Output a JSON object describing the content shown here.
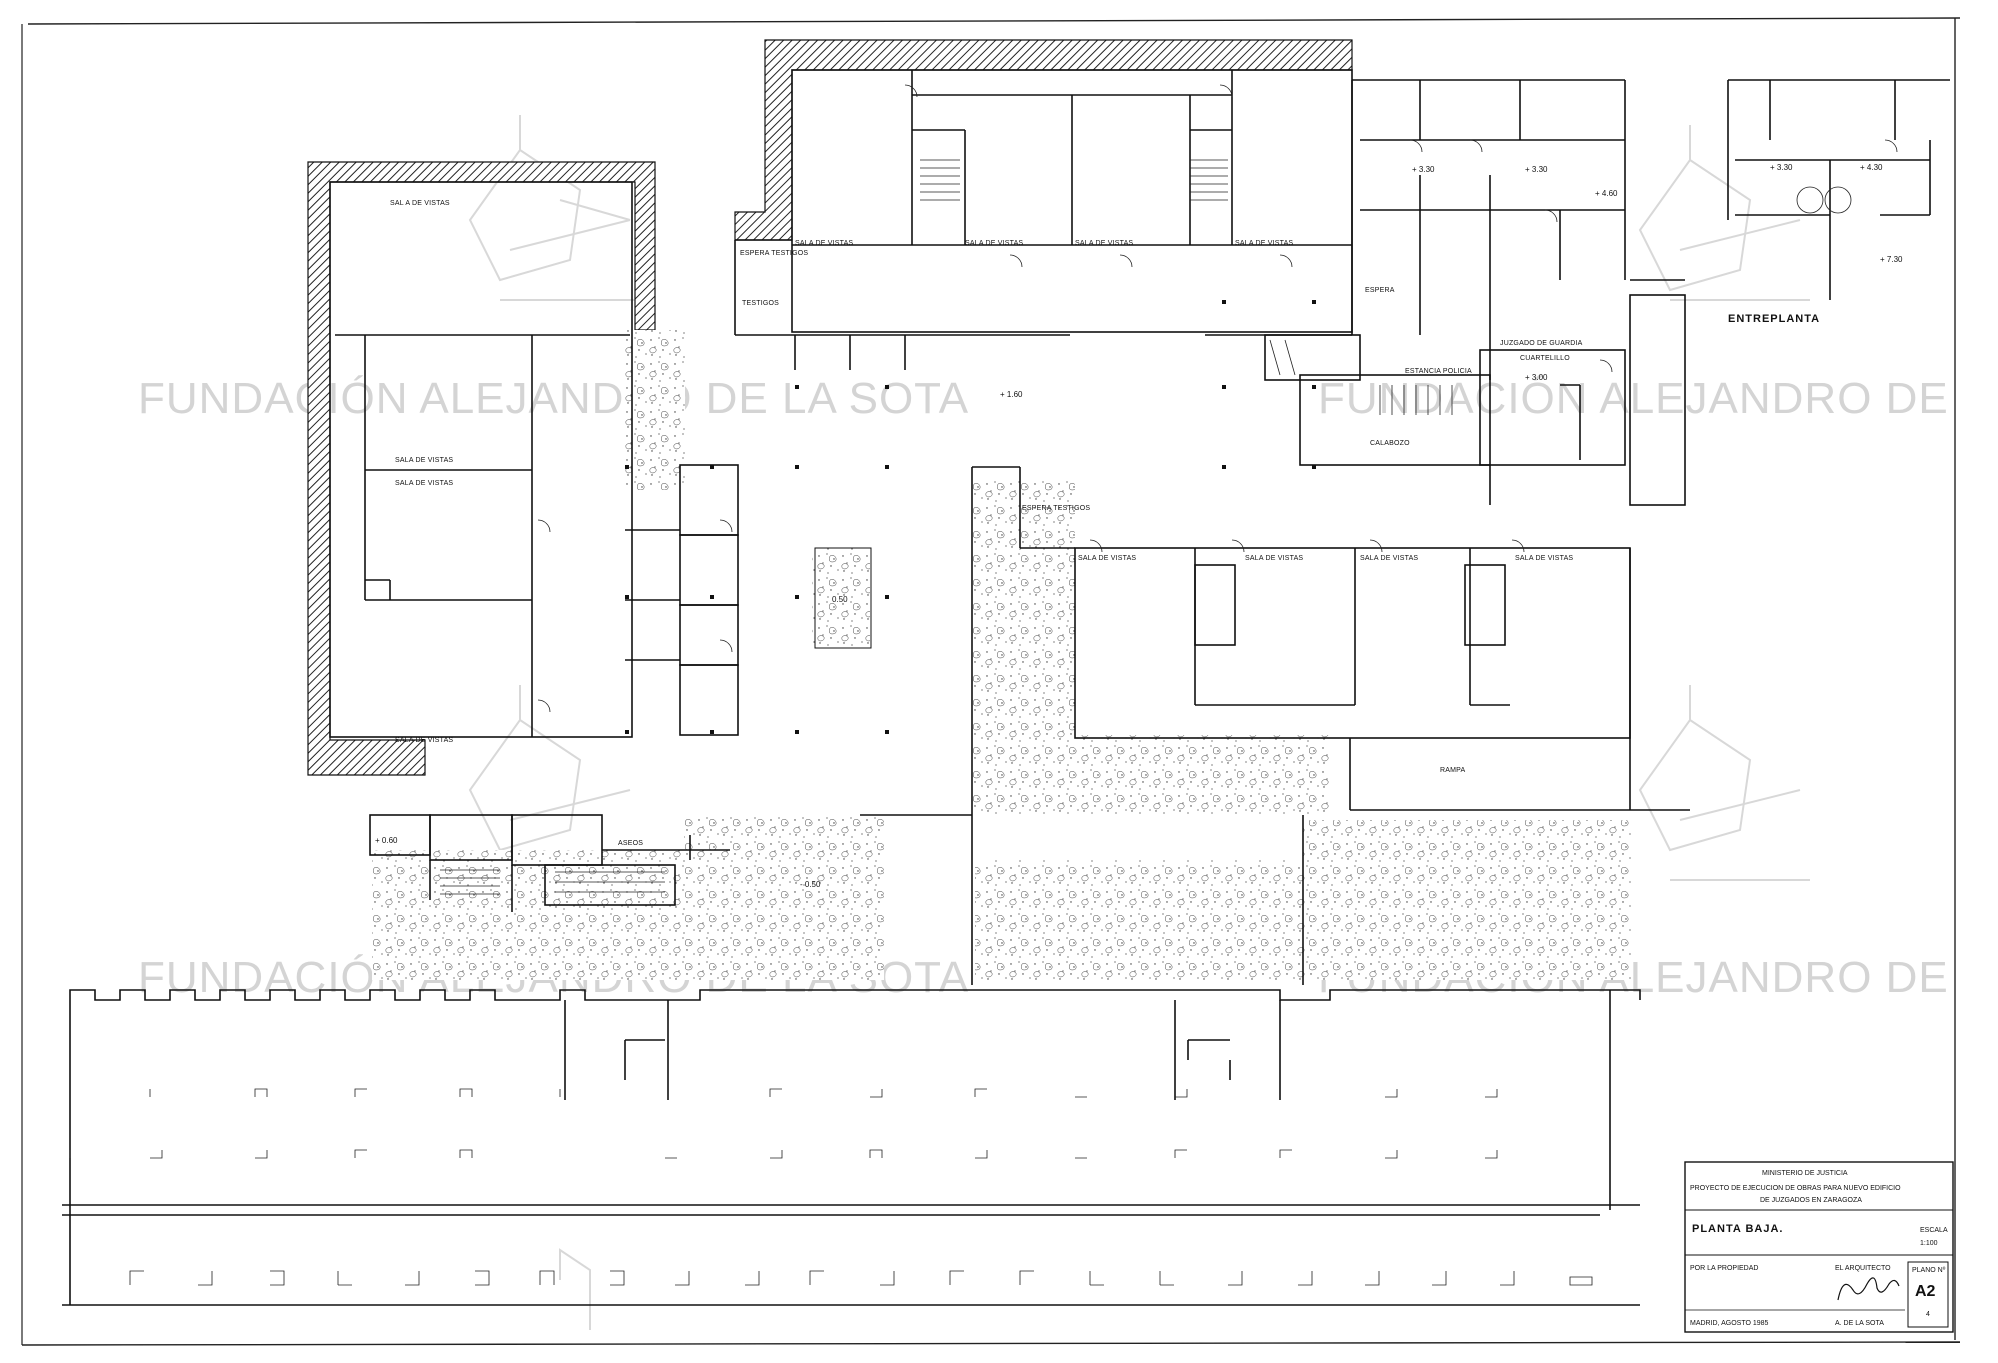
{
  "watermark": {
    "text_top": "FUNDACIÓN ALEJANDRO DE LA SOTA",
    "text_top_right": "FUNDACIÓN ALEJANDRO DE",
    "text_bottom": "FUNDACIÓN ALEJANDRO DE LA SOTA",
    "text_bottom_right": "FUNDACIÓN ALEJANDRO DE"
  },
  "rooms": {
    "left_block_top": "SAL A DE VISTAS",
    "left_block_mid1": "SALA DE VISTAS",
    "left_block_mid2": "SALA DE VISTAS",
    "left_block_bottom": "SALA DE VISTAS",
    "top_block_a": "SALA DE VISTAS",
    "top_block_b": "SALA DE VISTAS",
    "top_block_c": "SALA DE VISTAS",
    "top_block_d": "SALA DE VISTAS",
    "testigos_a": "ESPERA TESTIGOS",
    "testigos_b": "TESTIGOS",
    "mid_block_a": "SALA DE VISTAS",
    "mid_block_b": "SALA DE VISTAS",
    "mid_block_c": "SALA DE VISTAS",
    "mid_block_d": "SALA DE VISTAS",
    "testigos_mid": "ESPERA TESTIGOS",
    "espera": "ESPERA",
    "estancia": "ESTANCIA POLICIA",
    "cuartelillo": "CUARTELILLO",
    "calabozo": "CALABOZO",
    "juzgado": "JUZGADO DE GUARDIA",
    "aseos": "ASEOS",
    "rampa": "RAMPA",
    "entreplanta_label": "ENTREPLANTA"
  },
  "levels": {
    "hall": "+ 1.60",
    "patio": "0.50",
    "garden": "- 0.50",
    "entry_left": "+ 0.60",
    "upper_a": "+ 3.30",
    "upper_b": "+ 3.30",
    "upper_c": "+ 4.60",
    "mezz_a": "+ 3.30",
    "mezz_b": "+ 4.30",
    "mezz_c": "+ 7.30",
    "cuartel": "+ 3.00"
  },
  "title_block": {
    "ministry": "MINISTERIO DE JUSTICIA",
    "project_line1": "PROYECTO DE EJECUCION DE OBRAS PARA NUEVO EDIFICIO",
    "project_line2": "DE JUZGADOS EN ZARAGOZA",
    "drawing_title": "PLANTA BAJA.",
    "scale_label": "ESCALA",
    "scale_value": "1:100",
    "property_label": "POR LA PROPIEDAD",
    "architect_label": "EL ARQUITECTO",
    "plan_label": "PLANO Nº",
    "plan_code": "A2",
    "plan_number": "4",
    "date": "MADRID, AGOSTO 1985",
    "architect_name": "A. DE LA SOTA"
  }
}
